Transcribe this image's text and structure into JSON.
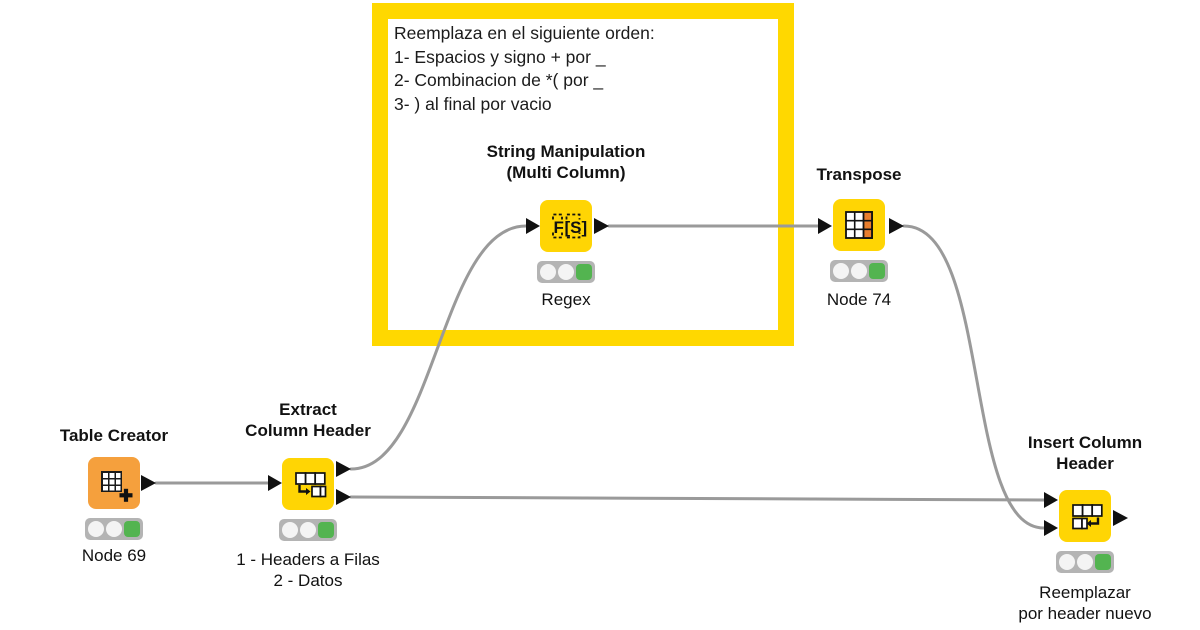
{
  "annotation": {
    "text": "Reemplaza en el siguiente orden:\n1- Espacios y signo + por _\n2- Combinacion de *( por _\n3- ) al final por vacio",
    "border_color": "#ffd800",
    "background": "#ffffff"
  },
  "nodes": [
    {
      "id": "table-creator",
      "title": "Table Creator",
      "label": "Node 69",
      "color": "#f5a03d",
      "status": "executed"
    },
    {
      "id": "extract-column-header",
      "title": "Extract\nColumn Header",
      "label": "1 - Headers  a Filas\n2 - Datos",
      "color": "#ffd504",
      "status": "executed"
    },
    {
      "id": "string-manipulation-multi-column",
      "title": "String Manipulation\n(Multi Column)",
      "label": "Regex",
      "color": "#ffd504",
      "status": "executed"
    },
    {
      "id": "transpose",
      "title": "Transpose",
      "label": "Node 74",
      "color": "#ffd504",
      "status": "executed"
    },
    {
      "id": "insert-column-header",
      "title": "Insert Column\nHeader",
      "label": "Reemplazar\npor header nuevo",
      "color": "#ffd504",
      "status": "executed"
    }
  ],
  "connections": [
    {
      "from": "table-creator",
      "from_port": 1,
      "to": "extract-column-header",
      "to_port": 1
    },
    {
      "from": "extract-column-header",
      "from_port": 1,
      "to": "string-manipulation-multi-column",
      "to_port": 1
    },
    {
      "from": "extract-column-header",
      "from_port": 2,
      "to": "insert-column-header",
      "to_port": 1
    },
    {
      "from": "string-manipulation-multi-column",
      "from_port": 1,
      "to": "transpose",
      "to_port": 1
    },
    {
      "from": "transpose",
      "from_port": 1,
      "to": "insert-column-header",
      "to_port": 2
    }
  ],
  "colors": {
    "node_yellow": "#ffd504",
    "node_orange": "#f5a03d",
    "wire": "#9a9a9a",
    "port": "#111111",
    "status_bar": "#b4b4b4",
    "status_off": "#f4f4f4",
    "status_green": "#53b450",
    "annotation_border": "#ffd800"
  }
}
